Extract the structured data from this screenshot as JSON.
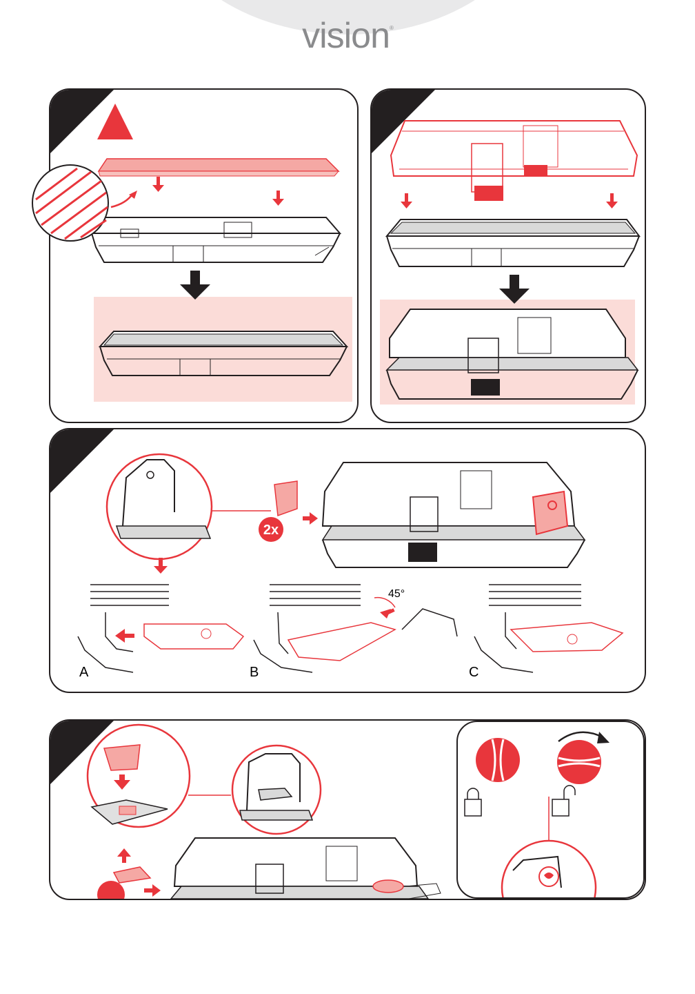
{
  "brand": {
    "name": "vision",
    "mark": "®"
  },
  "step3": {
    "labels": [
      "A",
      "B",
      "C"
    ],
    "angle": "45°",
    "multiplier": "2x"
  },
  "colors": {
    "accent": "#e8363c",
    "pink_bg": "#fbdcd8",
    "outline": "#231f20",
    "logo_grey": "#8a8b8d"
  },
  "icons": [
    "warning-triangle-icon",
    "lock-closed-icon",
    "lock-open-icon",
    "rotate-arrow-icon"
  ]
}
